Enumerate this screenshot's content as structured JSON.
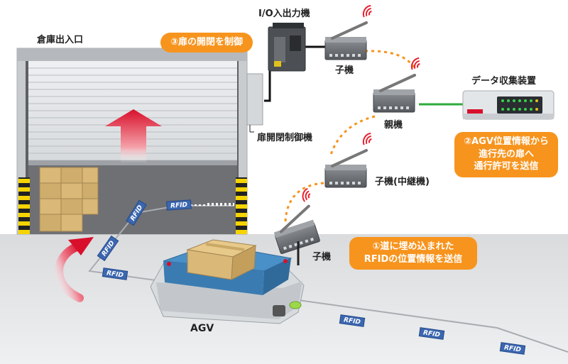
{
  "labels": {
    "warehouse": "倉庫出入口",
    "io_unit": "I/O入出力機",
    "child_top": "子機",
    "parent": "親機",
    "data_collector": "データ収集装置",
    "door_controller": "扉開閉制御機",
    "child_relay": "子機(中継機)",
    "child_agv": "子機",
    "agv": "AGV"
  },
  "callouts": {
    "door_control": "③扉の開閉を制御",
    "agv_position": [
      "②AGV位置情報から",
      "進行先の扉へ",
      "通行許可を送信"
    ],
    "rfid_send": [
      "①道に埋め込まれた",
      "RFIDの位置情報を送信"
    ]
  },
  "rfid_tags": [
    "RFID",
    "RFID",
    "RFID",
    "RFID",
    "RFID",
    "RFID",
    "RFID"
  ],
  "colors": {
    "accent_orange": "#f7941d",
    "network_green": "#2eaa3a",
    "shutter": "#e3e5e7",
    "agv_blue": "#4a90c8"
  },
  "icons": {
    "antenna_signal": "wifi-signal-icon",
    "direction": "curved-arrow-icon"
  }
}
